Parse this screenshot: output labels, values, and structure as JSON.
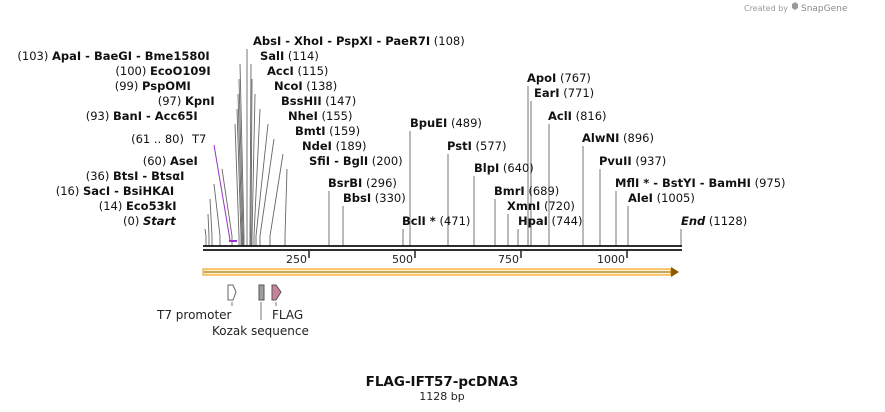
{
  "credit": {
    "prefix": "Created by",
    "brand": "SnapGene"
  },
  "title": "FLAG-IFT57-pcDNA3",
  "subtitle": "1128 bp",
  "map": {
    "length": 1128,
    "ticks": [
      "250",
      "500",
      "750",
      "1000"
    ]
  },
  "colors": {
    "primer": "#9932cc",
    "orf": "#f5a623",
    "kozak": "#9e9e9e",
    "flag": "#c8829b"
  },
  "sites": [
    {
      "pos": "(103)",
      "names": [
        "ApaI",
        "BaeGI",
        "Bme1580I"
      ]
    },
    {
      "pos": "(100)",
      "names": [
        "EcoO109I"
      ]
    },
    {
      "pos": "(99)",
      "names": [
        "PspOMI"
      ]
    },
    {
      "pos": "(97)",
      "names": [
        "KpnI"
      ]
    },
    {
      "pos": "(93)",
      "names": [
        "BanI",
        "Acc65I"
      ]
    },
    {
      "pos": "(60)",
      "names": [
        "AseI"
      ]
    },
    {
      "pos": "(36)",
      "names": [
        "BtsI",
        "BtsαI"
      ]
    },
    {
      "pos": "(16)",
      "names": [
        "SacI",
        "BsiHKAI"
      ]
    },
    {
      "pos": "(14)",
      "names": [
        "Eco53kI"
      ]
    },
    {
      "pos": "(0)",
      "names": [
        "Start"
      ]
    },
    {
      "pos": "(108)",
      "names": [
        "AbsI",
        "XhoI",
        "PspXI",
        "PaeR7I"
      ]
    },
    {
      "pos": "(114)",
      "names": [
        "SalI"
      ]
    },
    {
      "pos": "(115)",
      "names": [
        "AccI"
      ]
    },
    {
      "pos": "(138)",
      "names": [
        "NcoI"
      ]
    },
    {
      "pos": "(147)",
      "names": [
        "BssHII"
      ]
    },
    {
      "pos": "(155)",
      "names": [
        "NheI"
      ]
    },
    {
      "pos": "(159)",
      "names": [
        "BmtI"
      ]
    },
    {
      "pos": "(189)",
      "names": [
        "NdeI"
      ]
    },
    {
      "pos": "(200)",
      "names": [
        "SfiI",
        "BglI"
      ]
    },
    {
      "pos": "(296)",
      "names": [
        "BsrBI"
      ]
    },
    {
      "pos": "(330)",
      "names": [
        "BbsI"
      ]
    },
    {
      "pos": "(471)",
      "names": [
        "BclI *"
      ]
    },
    {
      "pos": "(489)",
      "names": [
        "BpuEI"
      ]
    },
    {
      "pos": "(577)",
      "names": [
        "PstI"
      ]
    },
    {
      "pos": "(640)",
      "names": [
        "BlpI"
      ]
    },
    {
      "pos": "(689)",
      "names": [
        "BmrI"
      ]
    },
    {
      "pos": "(720)",
      "names": [
        "XmnI"
      ]
    },
    {
      "pos": "(744)",
      "names": [
        "HpaI"
      ]
    },
    {
      "pos": "(767)",
      "names": [
        "ApoI"
      ]
    },
    {
      "pos": "(771)",
      "names": [
        "EarI"
      ]
    },
    {
      "pos": "(816)",
      "names": [
        "AclI"
      ]
    },
    {
      "pos": "(896)",
      "names": [
        "AlwNI"
      ]
    },
    {
      "pos": "(937)",
      "names": [
        "PvuII"
      ]
    },
    {
      "pos": "(975)",
      "names": [
        "MflI *",
        "BstYI",
        "BamHI"
      ]
    },
    {
      "pos": "(1005)",
      "names": [
        "AleI"
      ]
    },
    {
      "pos": "(1128)",
      "names": [
        "End"
      ]
    }
  ],
  "primer": {
    "range": "(61 .. 80)",
    "name": "T7"
  },
  "features": [
    {
      "name": "T7 promoter"
    },
    {
      "name": "Kozak sequence"
    },
    {
      "name": "FLAG"
    }
  ]
}
